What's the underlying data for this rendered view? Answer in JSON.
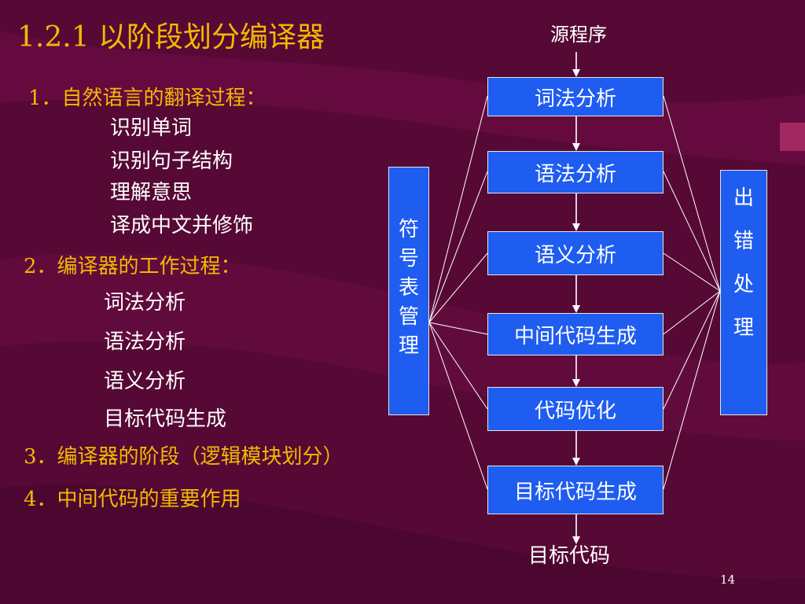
{
  "slide": {
    "title": "1.2.1 以阶段划分编译器",
    "page_number": "14"
  },
  "content": {
    "item1": "1．自然语言的翻译过程：",
    "item1_sub": [
      "识别单词",
      "识别句子结构",
      "理解意思",
      "译成中文并修饰"
    ],
    "item2": "2．编译器的工作过程：",
    "item2_sub": [
      "词法分析",
      "语法分析",
      "语义分析",
      "目标代码生成"
    ],
    "item3": "3．编译器的阶段（逻辑模块划分）",
    "item4": "4．中间代码的重要作用"
  },
  "diagram": {
    "source": "源程序",
    "phases": [
      "词法分析",
      "语法分析",
      "语义分析",
      "中间代码生成",
      "代码优化",
      "目标代码生成"
    ],
    "target": "目标代码",
    "symbol_table_chars": [
      "符",
      "号",
      "表",
      "管",
      "理"
    ],
    "error_handling_chars": [
      "出",
      "错",
      "处",
      "理"
    ]
  },
  "colors": {
    "background": "#5a0a36",
    "title": "#f2b900",
    "box": "#1f5df0"
  }
}
